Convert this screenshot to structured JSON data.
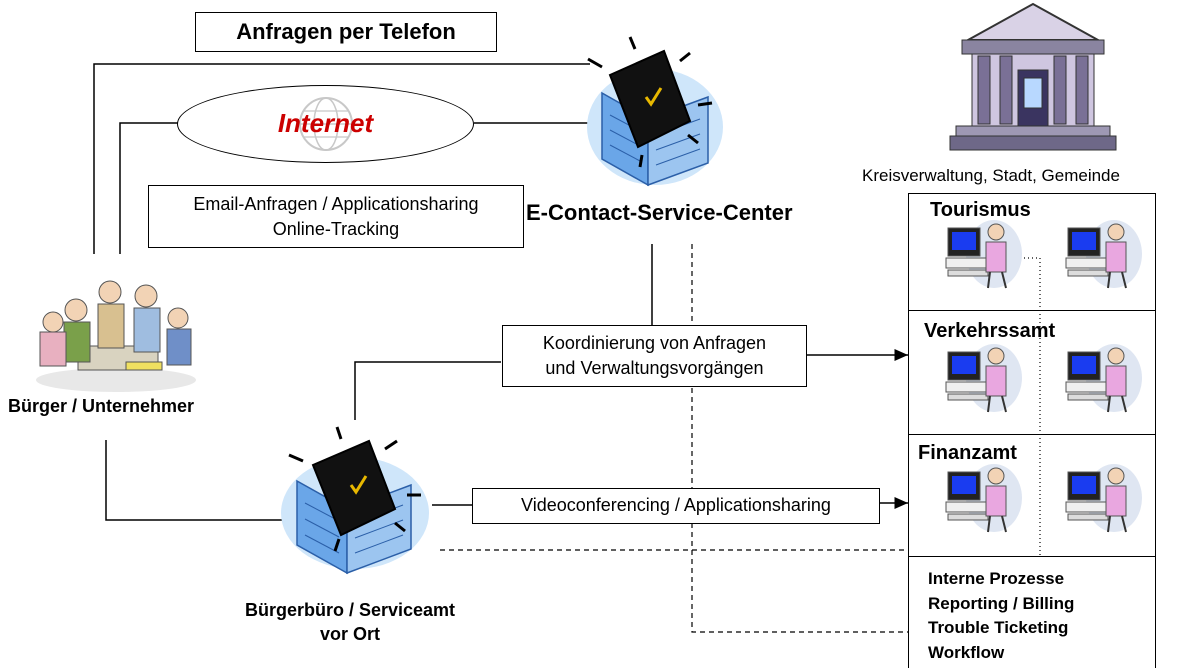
{
  "phone_label": "Anfragen per Telefon",
  "internet_label": "Internet",
  "email_box": {
    "line1": "Email-Anfragen / Applicationsharing",
    "line2": "Online-Tracking"
  },
  "service_center_label": "E-Contact-Service-Center",
  "citizen_label": "Bürger / Unternehmer",
  "coordination_box": {
    "line1": "Koordinierung von Anfragen",
    "line2": "und Verwaltungsvorgängen"
  },
  "video_box": "Videoconferencing / Applicationsharing",
  "local_office": {
    "line1": "Bürgerbüro / Serviceamt",
    "line2": "vor Ort"
  },
  "administration_label": "Kreisverwaltung, Stadt, Gemeinde",
  "departments": [
    "Tourismus",
    "Verkehrssamt",
    "Finanzamt"
  ],
  "internal_processes": [
    "Interne Prozesse",
    "Reporting / Billing",
    "Trouble Ticketing",
    "Workflow"
  ],
  "colors": {
    "internet_red": "#cc0000",
    "building_blue": "#6aa6e8",
    "sky_blue": "#cfe6fa",
    "person_pink": "#e9a7e0",
    "monitor_blue": "#1a3cf0"
  }
}
